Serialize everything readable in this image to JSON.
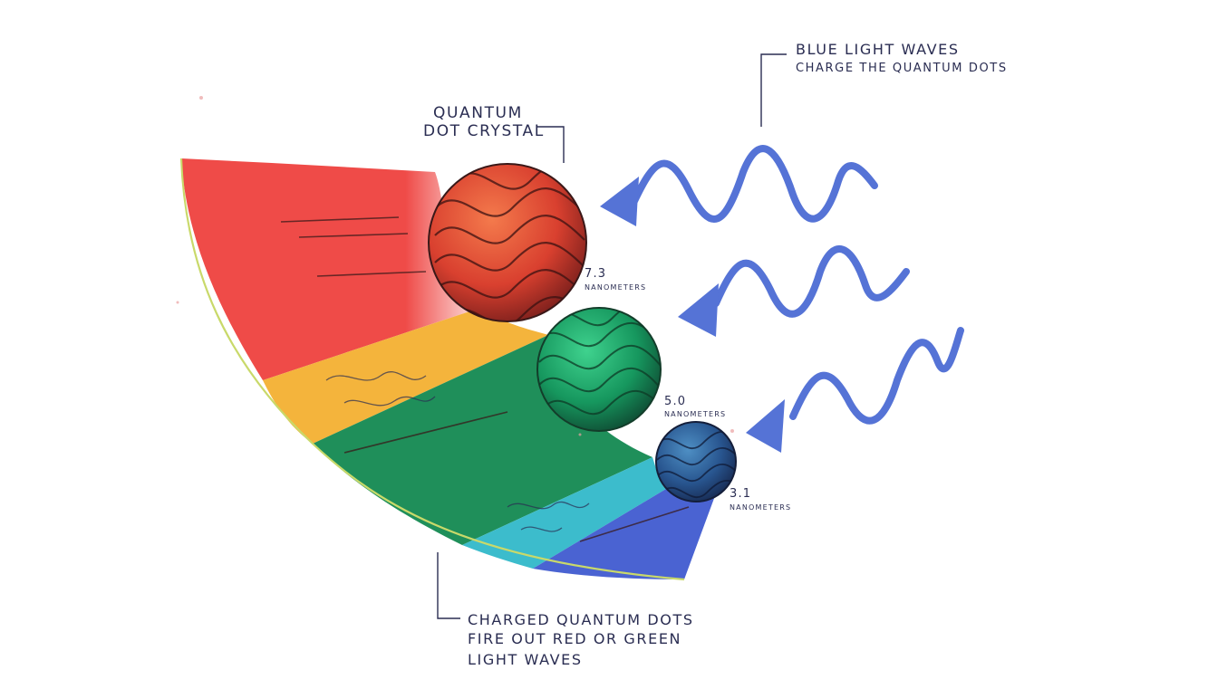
{
  "labels": {
    "blue_waves": [
      "BLUE LIGHT WAVES",
      "CHARGE THE QUANTUM DOTS"
    ],
    "crystal": [
      "QUANTUM",
      "DOT CRYSTAL"
    ],
    "charged": [
      "CHARGED QUANTUM DOTS",
      "FIRE OUT RED OR GREEN",
      "LIGHT WAVES"
    ]
  },
  "dots": [
    {
      "size": "7.3",
      "unit": "NANOMETERS",
      "color": "#e8503c"
    },
    {
      "size": "5.0",
      "unit": "NANOMETERS",
      "color": "#1fa865"
    },
    {
      "size": "3.1",
      "unit": "NANOMETERS",
      "color": "#2f5f9e"
    }
  ],
  "colors": {
    "red": "#ef4b48",
    "yellow": "#f4b43c",
    "green": "#1f8f5a",
    "cyan": "#3cbccc",
    "blue": "#4a63d2",
    "wave": "#5573d6",
    "ink": "#2a2d52"
  }
}
